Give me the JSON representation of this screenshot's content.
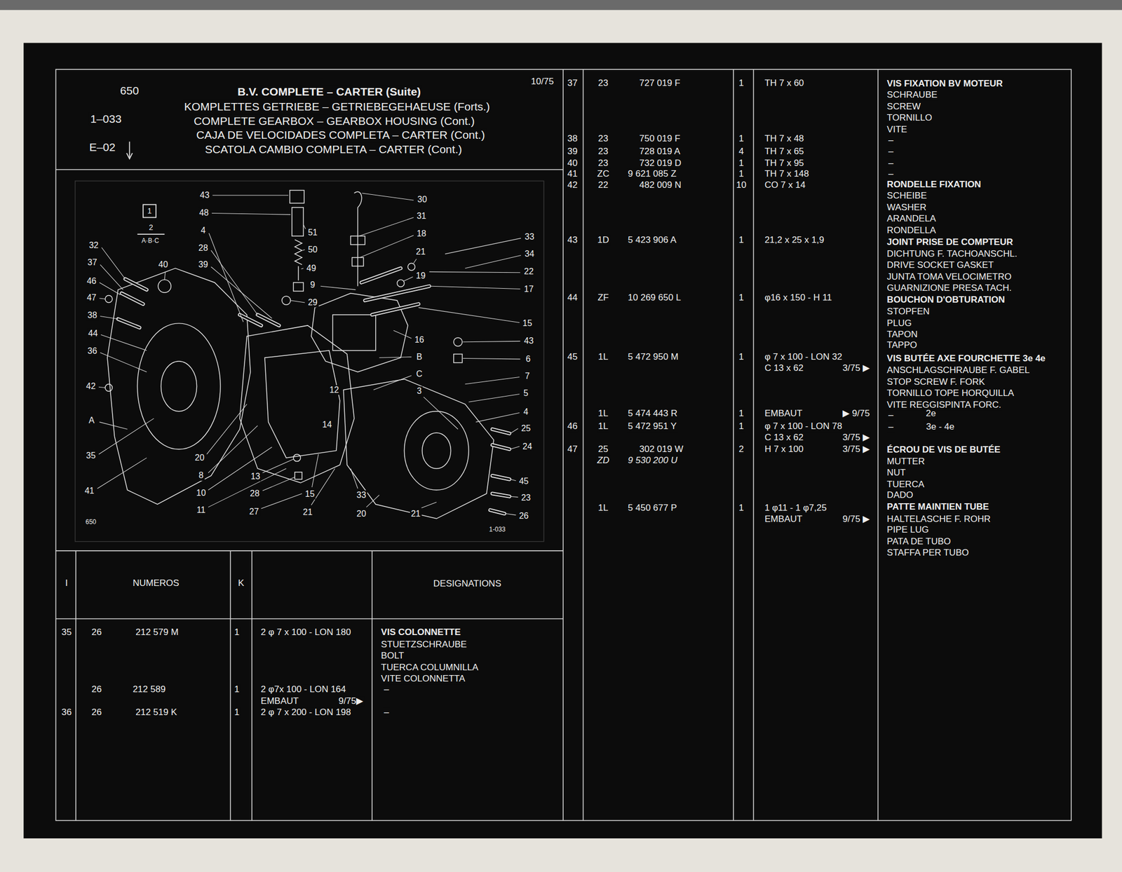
{
  "diagram": {
    "title": "B.V. COMPLETE – CARTER (Suite)",
    "labels": [
      "650",
      "1–033",
      "E–02",
      "KOMPLETTES GETRIEBE – GETRIEBEGEHAEUSE (Forts.)",
      "COMPLETE GEARBOX – GEARBOX HOUSING (Cont.)",
      "CAJA DE VELOCIDADES COMPLETA – CARTER (Cont.)",
      "SCATOLA CAMBIO COMPLETA – CARTER (Cont.)",
      "10/75",
      "43",
      "48",
      "4",
      "28",
      "39",
      "32",
      "37",
      "40",
      "46",
      "47",
      "38",
      "44",
      "36",
      "42",
      "A",
      "35",
      "41",
      "20",
      "8",
      "10",
      "11",
      "13",
      "28",
      "27",
      "15",
      "21",
      "33",
      "20",
      "21",
      "26",
      "23",
      "45",
      "24",
      "25",
      "4",
      "5",
      "7",
      "6",
      "43",
      "15",
      "17",
      "22",
      "34",
      "33",
      "30",
      "31",
      "18",
      "21",
      "19",
      "16",
      "B",
      "C",
      "3",
      "51",
      "50",
      "49",
      "9",
      "29",
      "12",
      "14",
      "1",
      "2",
      "A·B·C",
      "650",
      "1-033",
      "I",
      "NUMEROS",
      "K",
      "DESIGNATIONS",
      "35",
      "26",
      "212 579 M",
      "1",
      "2 φ 7 x 100 - LON 180",
      "VIS COLONNETTE",
      "STUETZSCHRAUBE",
      "BOLT",
      "TUERCA COLUMNILLA",
      "VITE COLONNETTA",
      "26",
      "212 589",
      "1",
      "2 φ7x 100 - LON 164",
      "–",
      "EMBAUT",
      "9/75▶",
      "36",
      "26",
      "212 519 K",
      "1",
      "2 φ 7 x 200 - LON 198",
      "–",
      "37",
      "23",
      "727 019 F",
      "1",
      "TH 7 x 60",
      "VIS FIXATION BV MOTEUR",
      "SCHRAUBE",
      "SCREW",
      "TORNILLO",
      "VITE",
      "38",
      "23",
      "750 019 F",
      "1",
      "TH 7 x 48",
      "–",
      "39",
      "23",
      "728 019 A",
      "4",
      "TH 7 x 65",
      "–",
      "40",
      "23",
      "732 019 D",
      "1",
      "TH 7 x 95",
      "–",
      "41",
      "ZC",
      "9 621 085 Z",
      "1",
      "TH 7 x 148",
      "–",
      "42",
      "22",
      "482 009 N",
      "10",
      "CO 7 x 14",
      "RONDELLE FIXATION",
      "SCHEIBE",
      "WASHER",
      "ARANDELA",
      "RONDELLA",
      "43",
      "1D",
      "5 423 906 A",
      "1",
      "21,2 x 25 x 1,9",
      "JOINT PRISE DE COMPTEUR",
      "DICHTUNG F. TACHOANSCHL.",
      "DRIVE SOCKET GASKET",
      "JUNTA TOMA VELOCIMETRO",
      "GUARNIZIONE PRESA TACH.",
      "44",
      "ZF",
      "10 269 650 L",
      "1",
      "φ16 x 150 - H 11",
      "BOUCHON D'OBTURATION",
      "STOPFEN",
      "PLUG",
      "TAPON",
      "TAPPO",
      "45",
      "1L",
      "5 472 950 M",
      "1",
      "φ 7 x 100 - LON 32",
      "C 13 x 62",
      "3/75 ▶",
      "VIS BUTÉE AXE FOURCHETTE 3e 4e",
      "ANSCHLAGSCHRAUBE F. GABEL",
      "STOP SCREW F. FORK",
      "TORNILLO TOPE HORQUILLA",
      "VITE REGGISPINTA FORC.",
      "1L",
      "5 474 443 R",
      "1",
      "EMBAUT",
      "▶ 9/75",
      "–",
      "2e",
      "46",
      "1L",
      "5 472 951 Y",
      "1",
      "φ 7 x 100 - LON 78",
      "C 13 x 62",
      "3/75 ▶",
      "–",
      "3e - 4e",
      "47",
      "25",
      "302 019 W",
      "2",
      "H 7 x 100",
      "3/75 ▶",
      "ÉCROU DE VIS DE BUTÉE",
      "ZD",
      "9 530 200 U",
      "MUTTER",
      "NUT",
      "TUERCA",
      "DADO",
      "1L",
      "5 450 677 P",
      "1",
      "1 φ11 - 1 φ7,25",
      "EMBAUT",
      "9/75 ▶",
      "PATTE MAINTIEN TUBE",
      "HALTELASCHE F. ROHR",
      "PIPE LUG",
      "PATA DE TUBO",
      "STAFFA PER TUBO"
    ]
  }
}
